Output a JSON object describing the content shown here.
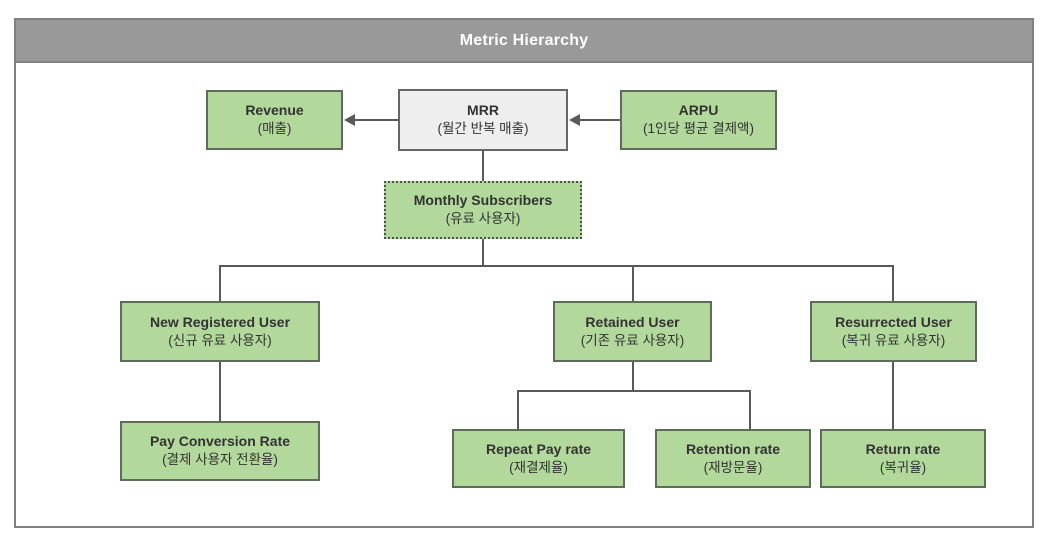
{
  "header": {
    "title": "Metric Hierarchy"
  },
  "diagram": {
    "nodes": {
      "revenue": {
        "en": "Revenue",
        "ko": "(매출)"
      },
      "mrr": {
        "en": "MRR",
        "ko": "(월간 반복 매출)"
      },
      "arpu": {
        "en": "ARPU",
        "ko": "(1인당 평균 결제액)"
      },
      "subs": {
        "en": "Monthly Subscribers",
        "ko": "(유료 사용자)"
      },
      "new_user": {
        "en": "New Registered User",
        "ko": "(신규 유료 사용자)"
      },
      "retained": {
        "en": "Retained User",
        "ko": "(기존 유료 사용자)"
      },
      "resurrect": {
        "en": "Resurrected User",
        "ko": "(복귀 유료 사용자)"
      },
      "pay_conv": {
        "en": "Pay Conversion Rate",
        "ko": "(결제 사용자 전환율)"
      },
      "repeat": {
        "en": "Repeat Pay rate",
        "ko": "(재결제율)"
      },
      "retention": {
        "en": "Retention rate",
        "ko": "(재방문율)"
      },
      "return": {
        "en": "Return rate",
        "ko": "(복귀율)"
      }
    },
    "colors": {
      "node_green_fill": "#b3d89c",
      "node_green_border": "#5f6b5c",
      "node_gray_fill": "#eeeeee",
      "node_gray_border": "#666666",
      "connector": "#595959",
      "title_bar": "#999999",
      "frame_border": "#808080",
      "text": "#333333",
      "title_text": "#ffffff"
    }
  }
}
